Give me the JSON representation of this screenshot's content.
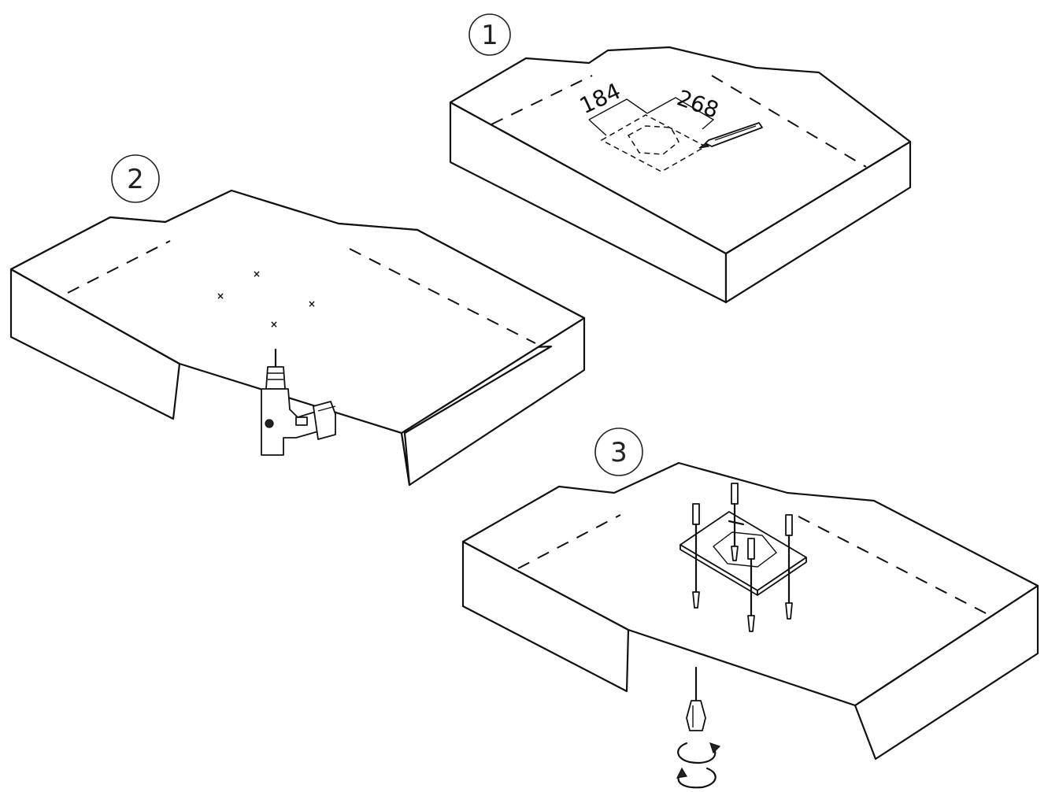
{
  "steps": [
    {
      "number": "1",
      "dimension_width": "184",
      "dimension_depth": "268"
    },
    {
      "number": "2"
    },
    {
      "number": "3"
    }
  ],
  "icons": {
    "step1_tool": "pencil-icon",
    "step2_tool": "drill-icon",
    "step3_tool": "screwdriver-icon",
    "step3_rotation": "rotate-arrows-icon",
    "step3_fixings": "anchor-bolt-icon"
  },
  "marks": {
    "drill_hole_symbol": "×"
  },
  "colors": {
    "ink": "#111111",
    "background": "#ffffff"
  }
}
